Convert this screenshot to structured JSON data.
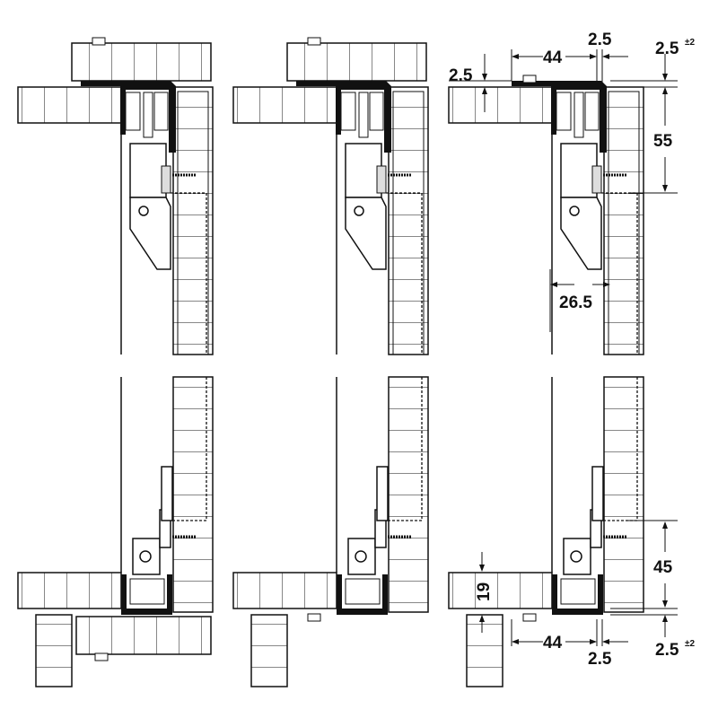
{
  "colors": {
    "line": "#111111",
    "board": "#ffffff",
    "profile": "#111111",
    "part": "#e9e9e9"
  },
  "dimensions": {
    "top": {
      "top_gap": "2.5",
      "width": "44",
      "door_gap": "2.5",
      "top_offset": "2.5",
      "top_offset_tol": "±2",
      "height": "55",
      "depth": "26.5"
    },
    "bottom": {
      "board": "19",
      "width": "44",
      "door_gap": "2.5",
      "bottom_offset": "2.5",
      "bottom_offset_tol": "±2",
      "height": "45"
    }
  }
}
